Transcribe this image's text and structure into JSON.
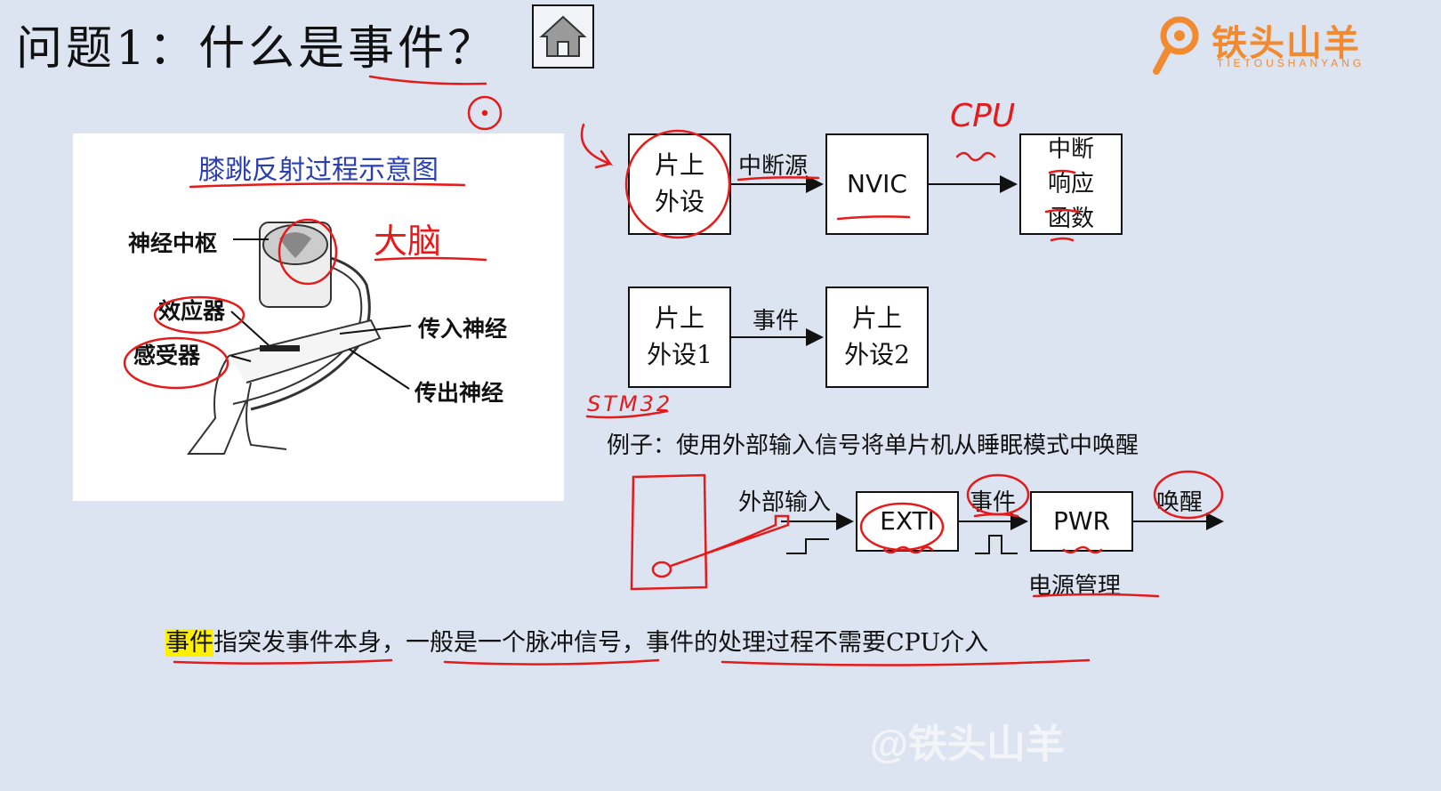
{
  "title": "问题1：什么是事件？",
  "logo": {
    "text": "铁头山羊",
    "sub": "TIETOUSHANYANG"
  },
  "figure": {
    "title": "膝跳反射过程示意图",
    "labels": {
      "center": "神经中枢",
      "effector": "效应器",
      "receptor": "感受器",
      "afferent": "传入神经",
      "efferent": "传出神经"
    },
    "annotation_brain": "大脑"
  },
  "diagram1": {
    "peripheral": [
      "片上",
      "外设"
    ],
    "edge_label": "中断源",
    "nvic": "NVIC",
    "handler": [
      "中断",
      "响应",
      "函数"
    ],
    "annotation_cpu": "CPU"
  },
  "diagram2": {
    "p1": [
      "片上",
      "外设1"
    ],
    "edge_label": "事件",
    "p2": [
      "片上",
      "外设2"
    ]
  },
  "annotation_stm32": "STM32",
  "example": {
    "text": "例子：使用外部输入信号将单片机从睡眠模式中唤醒",
    "input_label": "外部输入",
    "exti": "EXTI",
    "event_label": "事件",
    "pwr": "PWR",
    "wake_label": "唤醒",
    "power_label": "电源管理"
  },
  "bottom": {
    "highlight": "事件",
    "rest": "指突发事件本身，一般是一个脉冲信号，事件的处理过程不需要CPU介入"
  },
  "watermark": "@铁头山羊",
  "colors": {
    "background": "#dce4f2",
    "annotation": "#e41b1b",
    "logo": "#f28a2f",
    "highlight": "#ffef00",
    "figure_title": "#2b3fb0"
  }
}
